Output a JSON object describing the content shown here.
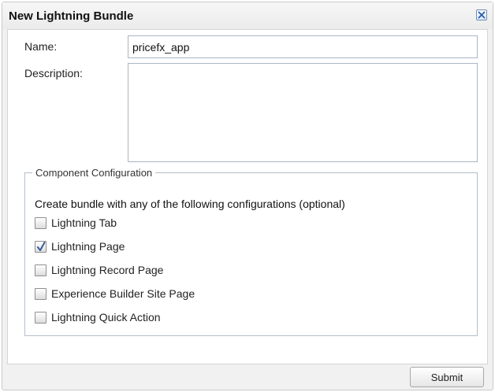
{
  "dialog": {
    "title": "New Lightning Bundle",
    "close_icon": "close-icon"
  },
  "form": {
    "name_label": "Name:",
    "name_value": "pricefx_app",
    "description_label": "Description:",
    "description_value": ""
  },
  "config": {
    "legend": "Component Configuration",
    "intro": "Create bundle with any of the following configurations (optional)",
    "options": [
      {
        "label": "Lightning Tab",
        "checked": false
      },
      {
        "label": "Lightning Page",
        "checked": true
      },
      {
        "label": "Lightning Record Page",
        "checked": false
      },
      {
        "label": "Experience Builder Site Page",
        "checked": false
      },
      {
        "label": "Lightning Quick Action",
        "checked": false
      }
    ]
  },
  "footer": {
    "submit_label": "Submit"
  },
  "colors": {
    "check_mark": "#3b5b9a",
    "close_x": "#2a5ca8"
  }
}
